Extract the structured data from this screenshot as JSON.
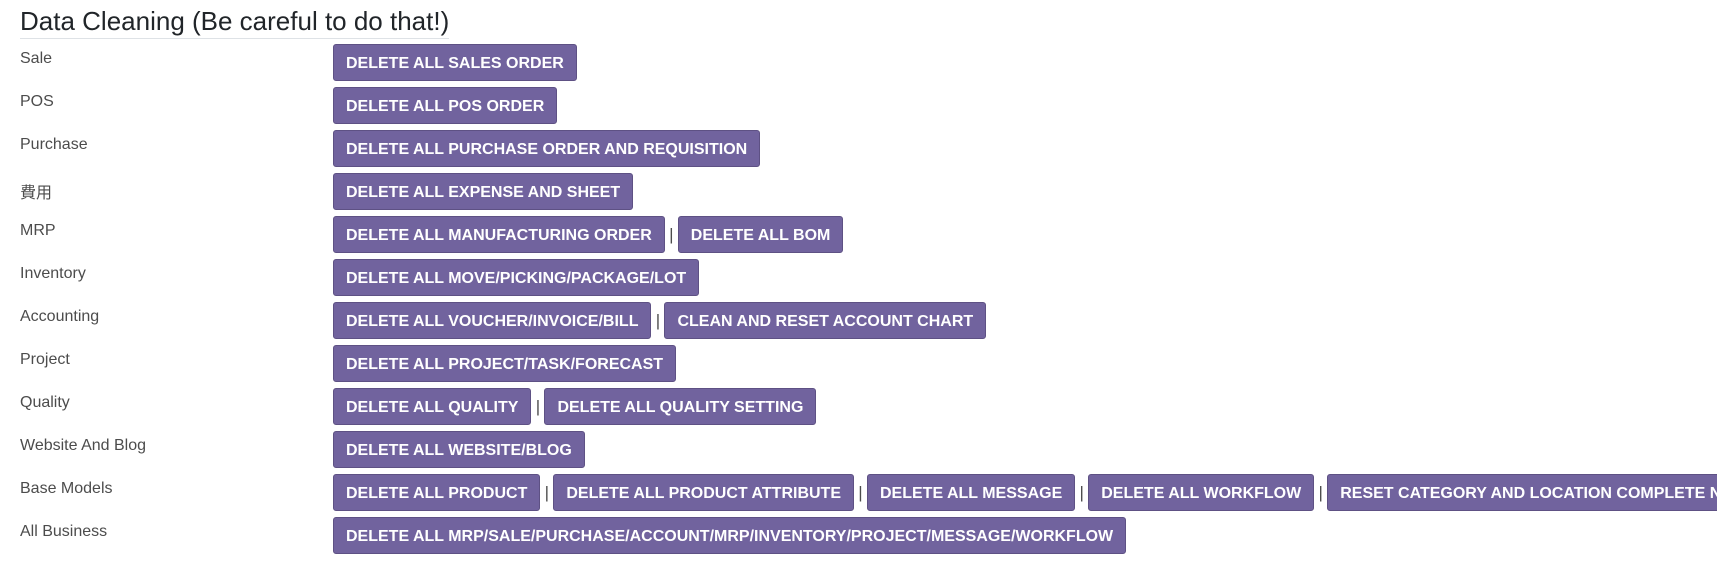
{
  "title": "Data Cleaning (Be careful to do that!)",
  "accent_color": "#71639e",
  "rows": [
    {
      "label": "Sale",
      "buttons": [
        "DELETE ALL SALES ORDER"
      ]
    },
    {
      "label": "POS",
      "buttons": [
        "DELETE ALL POS ORDER"
      ]
    },
    {
      "label": "Purchase",
      "buttons": [
        "DELETE ALL PURCHASE ORDER AND REQUISITION"
      ]
    },
    {
      "label": "費用",
      "buttons": [
        "DELETE ALL EXPENSE AND SHEET"
      ]
    },
    {
      "label": "MRP",
      "buttons": [
        "DELETE ALL MANUFACTURING ORDER",
        "DELETE ALL BOM"
      ]
    },
    {
      "label": "Inventory",
      "buttons": [
        "DELETE ALL MOVE/PICKING/PACKAGE/LOT"
      ]
    },
    {
      "label": "Accounting",
      "buttons": [
        "DELETE ALL VOUCHER/INVOICE/BILL",
        "CLEAN AND RESET ACCOUNT CHART"
      ]
    },
    {
      "label": "Project",
      "buttons": [
        "DELETE ALL PROJECT/TASK/FORECAST"
      ]
    },
    {
      "label": "Quality",
      "buttons": [
        "DELETE ALL QUALITY",
        "DELETE ALL QUALITY SETTING"
      ]
    },
    {
      "label": "Website And Blog",
      "buttons": [
        "DELETE ALL WEBSITE/BLOG"
      ]
    },
    {
      "label": "Base Models",
      "buttons": [
        "DELETE ALL PRODUCT",
        "DELETE ALL PRODUCT ATTRIBUTE",
        "DELETE ALL MESSAGE",
        "DELETE ALL WORKFLOW",
        "RESET CATEGORY AND LOCATION COMPLETE NAME"
      ]
    },
    {
      "label": "All Business",
      "buttons": [
        "DELETE ALL MRP/SALE/PURCHASE/ACCOUNT/MRP/INVENTORY/PROJECT/MESSAGE/WORKFLOW"
      ]
    }
  ],
  "separator": "|"
}
